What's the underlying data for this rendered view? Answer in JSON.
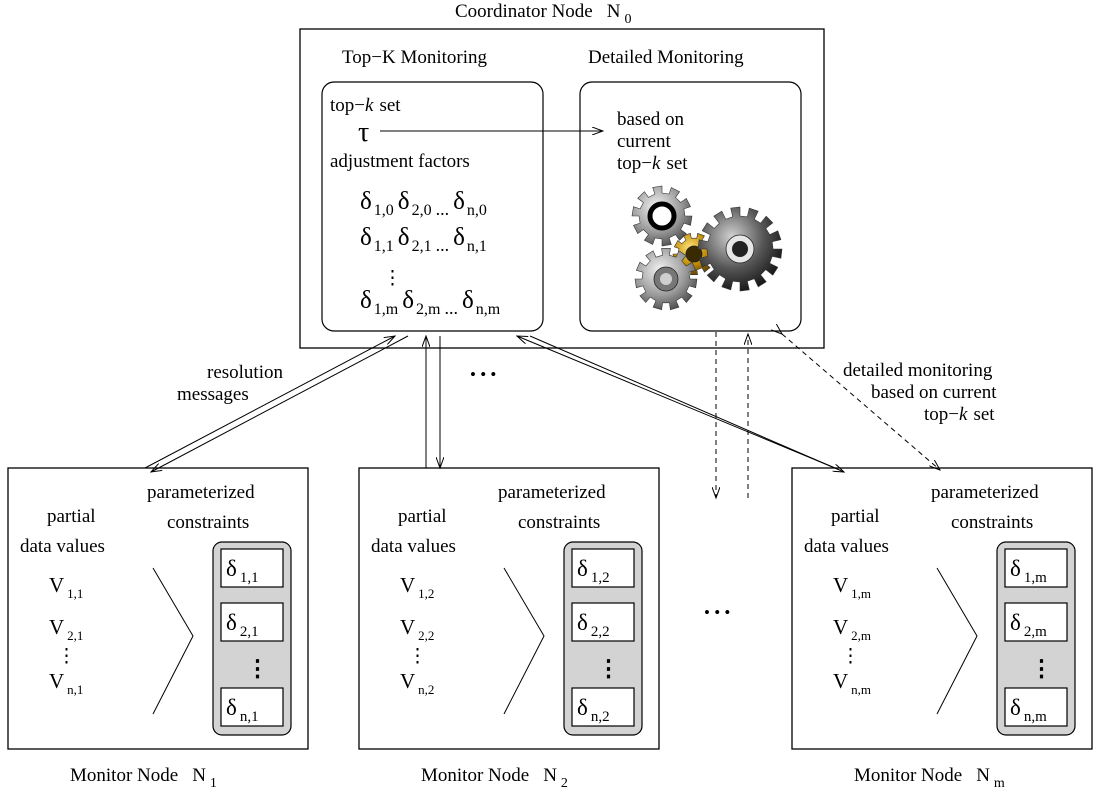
{
  "coordinator": {
    "title": "Coordinator Node",
    "node_symbol": "N",
    "node_index": "0",
    "topk_panel": {
      "heading": "Top−K Monitoring",
      "topk_label_pre": "top−",
      "topk_label_k": "k",
      "topk_label_post": "set",
      "tau": "τ",
      "adjustment_label": "adjustment factors",
      "rows": [
        [
          {
            "base": "δ",
            "sub": "1,0"
          },
          {
            "base": "δ",
            "sub": "2,0"
          },
          {
            "sep": "..."
          },
          {
            "base": "δ",
            "sub": "n,0"
          }
        ],
        [
          {
            "base": "δ",
            "sub": "1,1"
          },
          {
            "base": "δ",
            "sub": "2,1"
          },
          {
            "sep": "..."
          },
          {
            "base": "δ",
            "sub": "n,1"
          }
        ],
        [
          {
            "base": "δ",
            "sub": "1,m"
          },
          {
            "base": "δ",
            "sub": "2,m"
          },
          {
            "sep": "..."
          },
          {
            "base": "δ",
            "sub": "n,m"
          }
        ]
      ]
    },
    "detail_panel": {
      "heading": "Detailed Monitoring",
      "line1": "based on",
      "line2": "current",
      "line3_pre": "top−",
      "line3_k": "k",
      "line3_post": "set",
      "gears_icon": "gears-icon"
    }
  },
  "annotations": {
    "resolution_line1": "resolution",
    "resolution_line2": "messages",
    "detailed_line1": "detailed monitoring",
    "detailed_line2": "based on current",
    "detailed_line3_pre": "top−",
    "detailed_line3_k": "k",
    "detailed_line3_post": "set",
    "ellipsis": "•  •  •"
  },
  "monitor_common": {
    "constraints_line1": "parameterized",
    "constraints_line2": "constraints",
    "values_line1": "partial",
    "values_line2": "data values",
    "label": "Monitor Node",
    "node_symbol": "N"
  },
  "monitors": [
    {
      "node_index": "1",
      "values": [
        {
          "base": "V",
          "sub": "1,1"
        },
        {
          "base": "V",
          "sub": "2,1"
        },
        {
          "base": "V",
          "sub": "n,1"
        }
      ],
      "constraints": [
        {
          "base": "δ",
          "sub": "1,1"
        },
        {
          "base": "δ",
          "sub": "2,1"
        },
        {
          "base": "δ",
          "sub": "n,1"
        }
      ]
    },
    {
      "node_index": "2",
      "values": [
        {
          "base": "V",
          "sub": "1,2"
        },
        {
          "base": "V",
          "sub": "2,2"
        },
        {
          "base": "V",
          "sub": "n,2"
        }
      ],
      "constraints": [
        {
          "base": "δ",
          "sub": "1,2"
        },
        {
          "base": "δ",
          "sub": "2,2"
        },
        {
          "base": "δ",
          "sub": "n,2"
        }
      ]
    },
    {
      "node_index": "m",
      "values": [
        {
          "base": "V",
          "sub": "1,m"
        },
        {
          "base": "V",
          "sub": "2,m"
        },
        {
          "base": "V",
          "sub": "n,m"
        }
      ],
      "constraints": [
        {
          "base": "δ",
          "sub": "1,m"
        },
        {
          "base": "δ",
          "sub": "2,m"
        },
        {
          "base": "δ",
          "sub": "n,m"
        }
      ]
    }
  ]
}
